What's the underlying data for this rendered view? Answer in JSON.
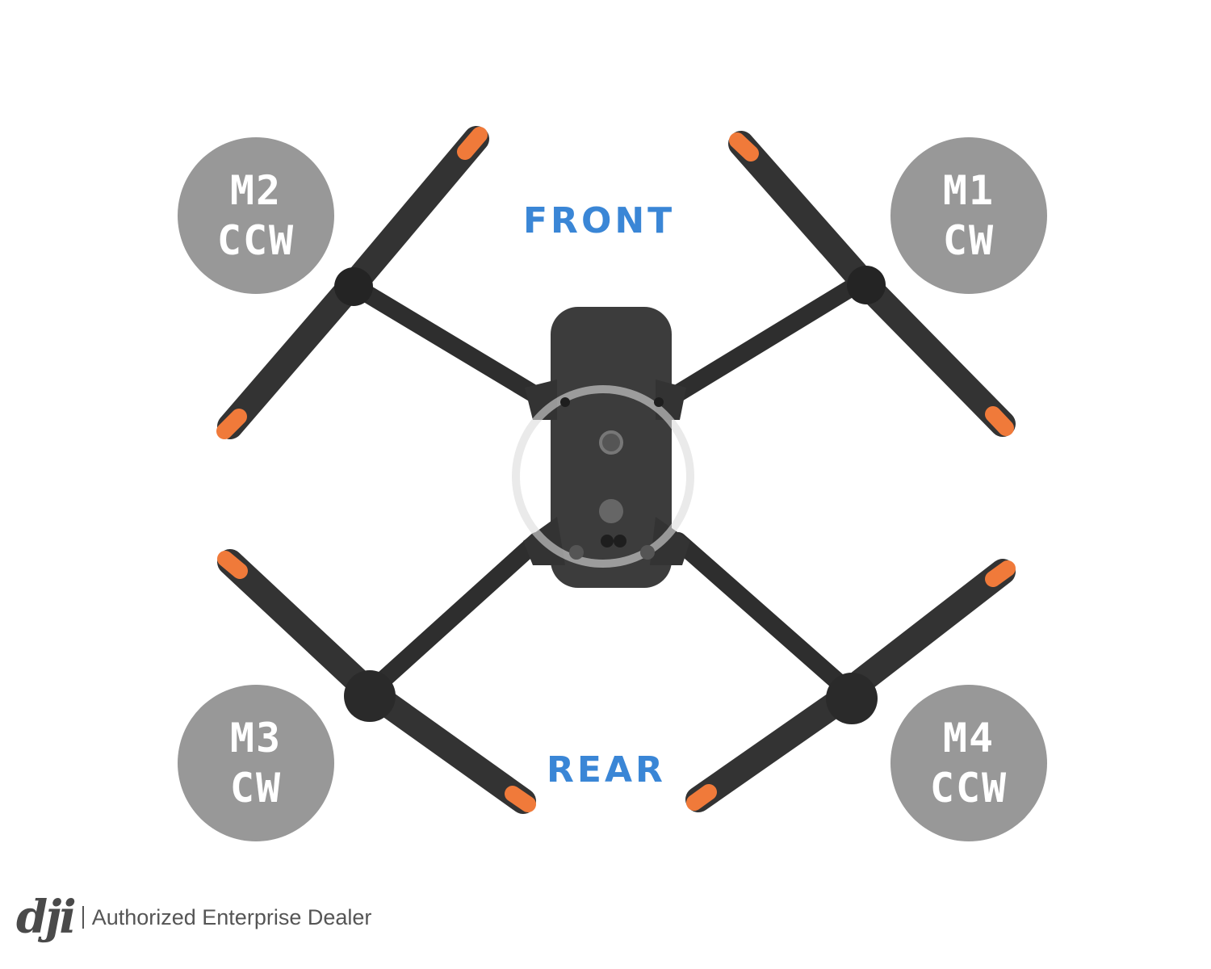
{
  "labels": {
    "front": "FRONT",
    "rear": "REAR"
  },
  "motors": {
    "m1": {
      "id": "M1",
      "direction": "CW"
    },
    "m2": {
      "id": "M2",
      "direction": "CCW"
    },
    "m3": {
      "id": "M3",
      "direction": "CW"
    },
    "m4": {
      "id": "M4",
      "direction": "CCW"
    }
  },
  "footer": {
    "brand": "dji",
    "tagline": "Authorized Enterprise Dealer"
  },
  "colors": {
    "accent": "#3a86d6",
    "badge": "#989898",
    "propeller_tip": "#f07a3a",
    "body": "#3c3c3c"
  }
}
